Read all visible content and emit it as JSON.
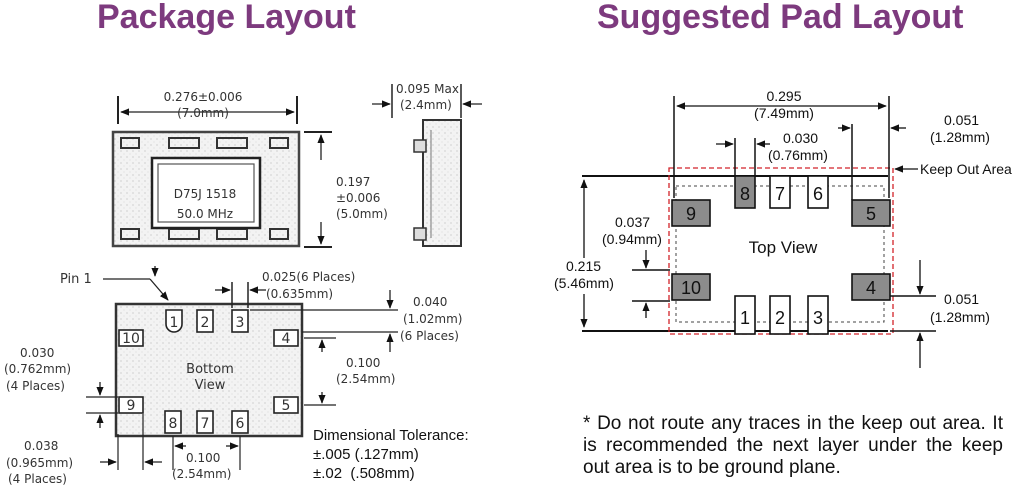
{
  "headings": {
    "left": "Package Layout",
    "right": "Suggested Pad Layout"
  },
  "package": {
    "width_dim": "0.276±0.006",
    "width_mm": "(7.0mm)",
    "height_dim": "0.197",
    "height_tol": "±0.006",
    "height_mm": "(5.0mm)",
    "marking_line1": "D75J  1518",
    "marking_line2": "50.0 MHz",
    "max_dim": "0.095 Max",
    "max_mm": "(2.4mm)"
  },
  "bottom": {
    "pin1": "Pin 1",
    "pad_width": "0.025(6 Places)",
    "pad_width_mm": "(0.635mm)",
    "pad_len": "0.040",
    "pad_len_mm": "(1.02mm)",
    "pad_len_places": "(6 Places)",
    "pitch_v": "0.100",
    "pitch_v_mm": "(2.54mm)",
    "side_pad": "0.030",
    "side_pad_mm": "(0.762mm)",
    "side_pad_places": "(4 Places)",
    "side_len": "0.038",
    "side_len_mm": "(0.965mm)",
    "side_len_places": "(4 Places)",
    "pitch_h": "0.100",
    "pitch_h_mm": "(2.54mm)",
    "view_line1": "Bottom",
    "view_line2": "View",
    "pins": [
      "1",
      "2",
      "3",
      "4",
      "5",
      "6",
      "7",
      "8",
      "9",
      "10"
    ]
  },
  "tolerance": {
    "title": "Dimensional Tolerance:",
    "line1": "±.005 (.127mm)",
    "line2": "±.02  (.508mm)"
  },
  "pad_layout": {
    "width": "0.295",
    "width_mm": "(7.49mm)",
    "pad_w": "0.030",
    "pad_w_mm": "(0.76mm)",
    "edge": "0.051",
    "edge_mm": "(1.28mm)",
    "keep_out": "Keep Out Area",
    "gap": "0.037",
    "gap_mm": "(0.94mm)",
    "height": "0.215",
    "height_mm": "(5.46mm)",
    "edge_bottom": "0.051",
    "edge_bottom_mm": "(1.28mm)",
    "view": "Top View",
    "pins": [
      "1",
      "2",
      "3",
      "4",
      "5",
      "6",
      "7",
      "8",
      "9",
      "10"
    ]
  },
  "note": "* Do not route any traces in the keep out area. It is recommended the next layer under the keep out area is to be ground plane.",
  "colors": {
    "heading": "#7d3a7e",
    "keepout": "#d2232a",
    "pad_fill": "#8c8c8c"
  }
}
